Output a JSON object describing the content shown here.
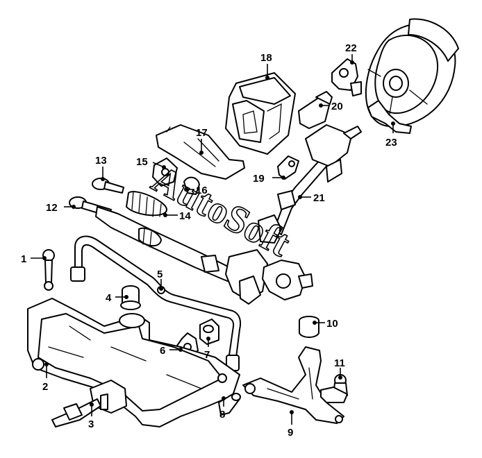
{
  "diagram": {
    "watermark": "AutoSoft",
    "callouts": [
      {
        "id": "1",
        "label": "1"
      },
      {
        "id": "2",
        "label": "2"
      },
      {
        "id": "3",
        "label": "3"
      },
      {
        "id": "4",
        "label": "4"
      },
      {
        "id": "5",
        "label": "5"
      },
      {
        "id": "6",
        "label": "6"
      },
      {
        "id": "7",
        "label": "7"
      },
      {
        "id": "8",
        "label": "8"
      },
      {
        "id": "9",
        "label": "9"
      },
      {
        "id": "10",
        "label": "10"
      },
      {
        "id": "11",
        "label": "11"
      },
      {
        "id": "12",
        "label": "12"
      },
      {
        "id": "13",
        "label": "13"
      },
      {
        "id": "14",
        "label": "14"
      },
      {
        "id": "15",
        "label": "15"
      },
      {
        "id": "16",
        "label": "16"
      },
      {
        "id": "17",
        "label": "17"
      },
      {
        "id": "18",
        "label": "18"
      },
      {
        "id": "19",
        "label": "19"
      },
      {
        "id": "20",
        "label": "20"
      },
      {
        "id": "21",
        "label": "21"
      },
      {
        "id": "22",
        "label": "22"
      },
      {
        "id": "23",
        "label": "23"
      }
    ]
  }
}
